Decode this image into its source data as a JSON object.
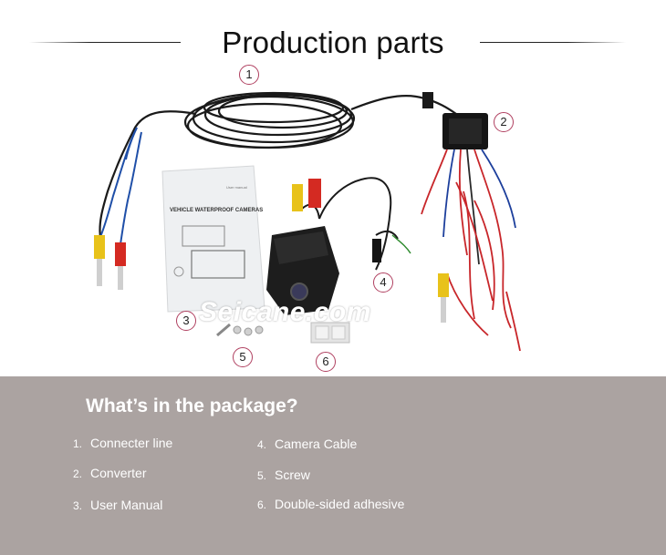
{
  "header": {
    "title": "Production parts"
  },
  "watermark": "Seicane.com",
  "manual_cover": {
    "small_text": "User manual",
    "heading": "VEHICLE WATERPROOF CAMERAS"
  },
  "callouts": [
    "1",
    "2",
    "3",
    "4",
    "5",
    "6"
  ],
  "package": {
    "title": "What’s in the package?",
    "items": [
      {
        "num": "1.",
        "label": "Connecter line"
      },
      {
        "num": "2.",
        "label": "Converter"
      },
      {
        "num": "3.",
        "label": "User Manual"
      },
      {
        "num": "4.",
        "label": "Camera Cable"
      },
      {
        "num": "5.",
        "label": "Screw"
      },
      {
        "num": "6.",
        "label": "Double-sided adhesive"
      }
    ]
  },
  "colors": {
    "accent_circle": "#b04060",
    "band": "#aba3a1",
    "text_on_band": "#ffffff"
  }
}
